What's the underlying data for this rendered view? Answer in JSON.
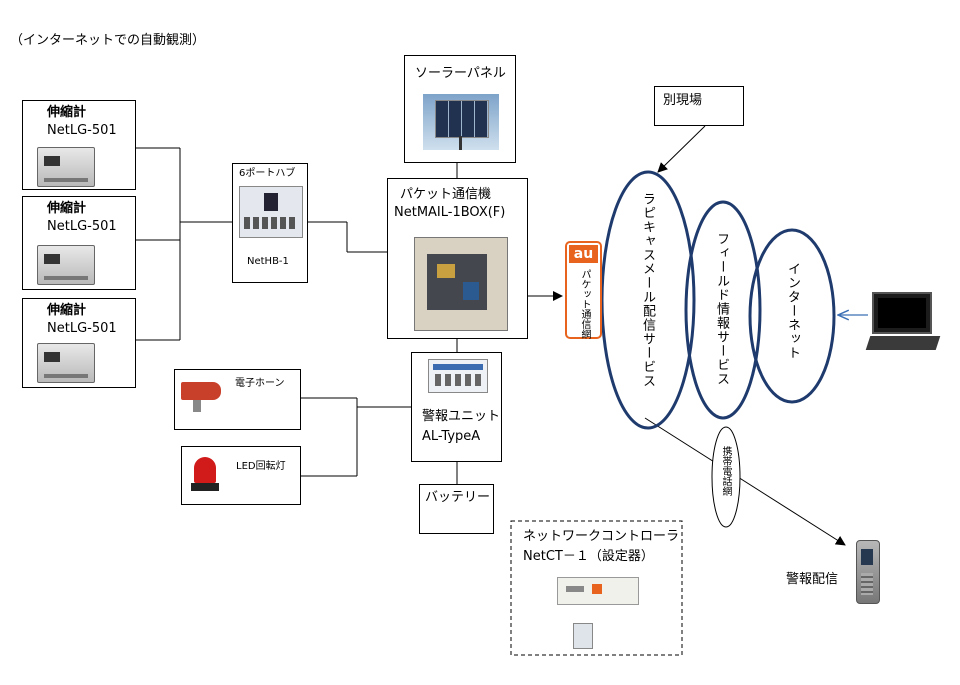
{
  "page_title": "（インターネットでの自動観測）",
  "extensometers": [
    {
      "name": "伸縮計",
      "model": "NetLG-501"
    },
    {
      "name": "伸縮計",
      "model": "NetLG-501"
    },
    {
      "name": "伸縮計",
      "model": "NetLG-501"
    }
  ],
  "hub": {
    "title": "6ポートハブ",
    "model": "NetHB-1"
  },
  "solar": {
    "label": "ソーラーパネル"
  },
  "packet": {
    "line1": "パケット通信機",
    "line2": "NetMAIL-1BOX(F)"
  },
  "au": {
    "logo": "au",
    "network": "パケット通信網"
  },
  "alarm_unit": {
    "line1": "警報ユニット",
    "line2": "AL-TypeA"
  },
  "horn": {
    "label": "電子ホーン"
  },
  "led": {
    "label": "LED回転灯"
  },
  "battery": {
    "label": "バッテリー"
  },
  "controller": {
    "line1": "ネットワークコントローラ",
    "line2": "NetCT－１（設定器）"
  },
  "services": {
    "rapicas": "ラピキャスメール配信サービス",
    "field": "フィールド情報サービス",
    "internet": "インターネット"
  },
  "other_site": {
    "label": "別現場"
  },
  "mobile_net": {
    "label": "携帯電話網"
  },
  "alarm_delivery": {
    "label": "警報配信"
  },
  "colors": {
    "ellipse": "#1f3b6e",
    "au_orange": "#e8641e",
    "pc_arrow": "#3a6fb5"
  }
}
